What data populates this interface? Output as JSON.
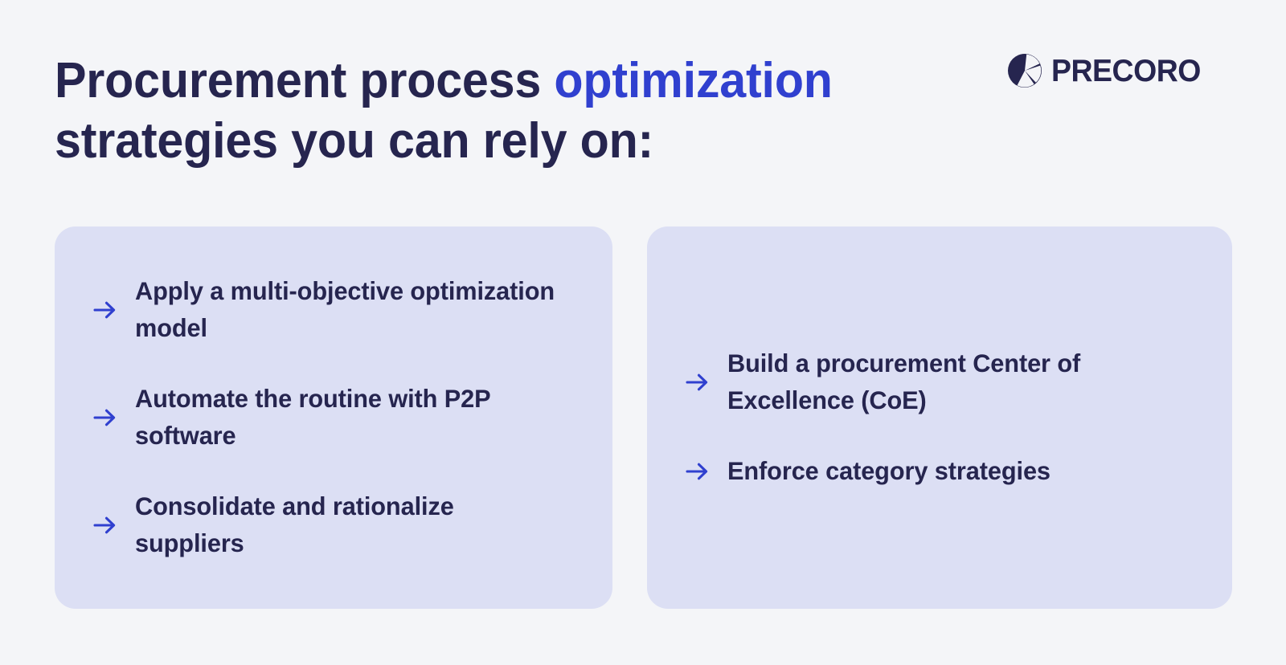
{
  "page": {
    "background_color": "#f4f5f8",
    "heading_color": "#26254f",
    "accent_color": "#3040cf",
    "card_background": "#dcdff4"
  },
  "brand": {
    "name": "PRECORO",
    "mark_icon": "precoro-propeller-icon"
  },
  "heading": {
    "line1_lead": "Procurement process ",
    "line1_accent": "optimization",
    "line2": "strategies you can rely on:"
  },
  "cards": [
    {
      "id": "left",
      "items": [
        {
          "arrow_icon": "arrow-right-icon",
          "label": "Apply a multi-objective optimization model"
        },
        {
          "arrow_icon": "arrow-right-icon",
          "label": "Automate the routine with P2P software"
        },
        {
          "arrow_icon": "arrow-right-icon",
          "label": "Consolidate and rationalize suppliers"
        }
      ]
    },
    {
      "id": "right",
      "items": [
        {
          "arrow_icon": "arrow-right-icon",
          "label": "Build a procurement Center of Excellence (CoE)"
        },
        {
          "arrow_icon": "arrow-right-icon",
          "label": "Enforce category strategies"
        }
      ]
    }
  ]
}
